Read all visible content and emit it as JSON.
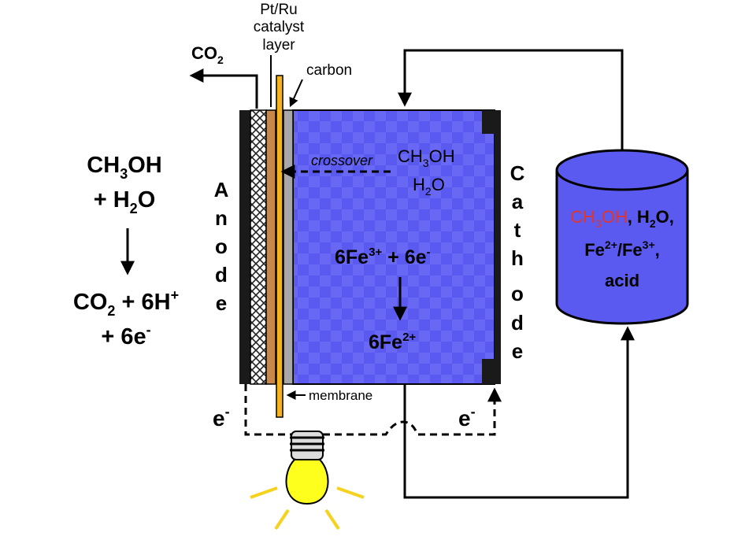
{
  "labels": {
    "pt_ru_1": "Pt/Ru",
    "pt_ru_2": "catalyst",
    "pt_ru_3": "layer",
    "carbon": "carbon",
    "co2_out": "CO",
    "co2_out_sub": "2",
    "crossover": "crossover",
    "membrane": "membrane",
    "electron": "e",
    "electron_sup": "-"
  },
  "left_equation": {
    "line1_a": "CH",
    "line1_sub": "3",
    "line1_b": "OH",
    "line2_a": "+ H",
    "line2_sub": "2",
    "line2_b": "O",
    "line3_a": "CO",
    "line3_sub": "2",
    "line3_b": " + 6H",
    "line3_sup": "+",
    "line4_a": "+ 6e",
    "line4_sup": "-"
  },
  "anode_letters": [
    "A",
    "n",
    "o",
    "d",
    "e"
  ],
  "cathode_letters": [
    "C",
    "a",
    "t",
    "h",
    "o",
    "d",
    "e"
  ],
  "cell": {
    "cross_a": "CH",
    "cross_sub": "3",
    "cross_b": "OH",
    "water_a": "H",
    "water_sub": "2",
    "water_b": "O",
    "reaction1_a": "6Fe",
    "reaction1_sup": "3+",
    "reaction1_b": " + 6e",
    "reaction1_sup2": "-",
    "reaction2_a": "6Fe",
    "reaction2_sup": "2+"
  },
  "tank": {
    "l1_a": "CH",
    "l1_sub": "3",
    "l1_b": "OH",
    "l1_c": ", H",
    "l1_sub2": "2",
    "l1_d": "O,",
    "l2_a": "Fe",
    "l2_sup": "2+",
    "l2_b": "/Fe",
    "l2_sup2": "3+",
    "l2_c": ",",
    "l3": "acid"
  },
  "colors": {
    "electrolyte": "#5a5af0",
    "checker": "#6a6af6",
    "catalyst": "#c8884a",
    "membrane": "#f5b41e",
    "carbon": "#a8a8a8",
    "bulb": "#ffff1e",
    "methanol_highlight": "#e0352a"
  }
}
